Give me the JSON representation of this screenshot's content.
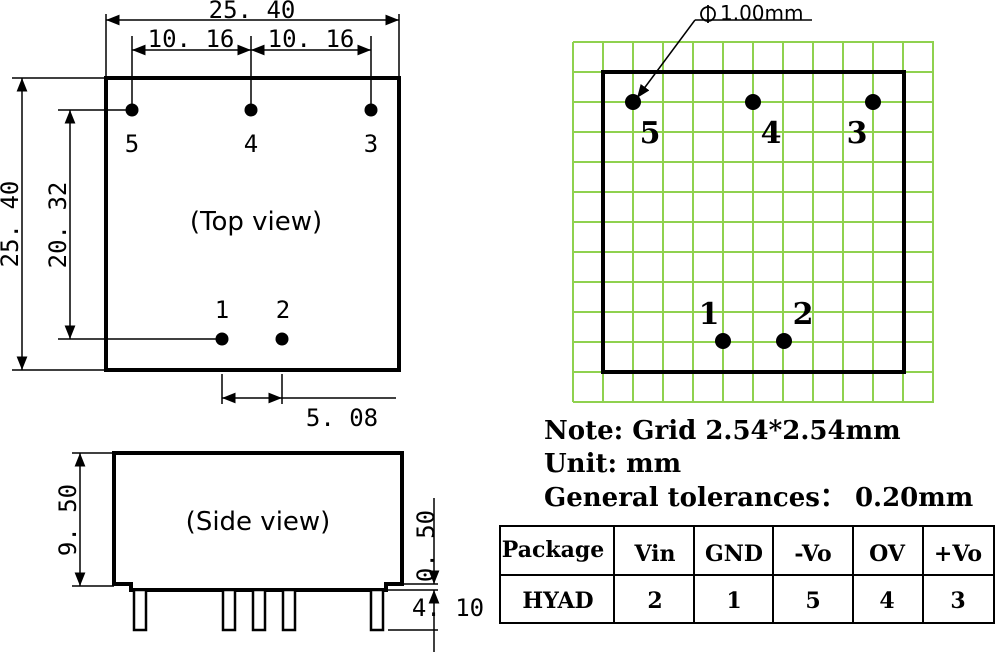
{
  "top_view": {
    "label": "(Top view)",
    "dim_width": "25. 40",
    "dim_height": "25. 40",
    "dim_pin_span_left": "10. 16",
    "dim_pin_span_right": "10. 16",
    "dim_pin_row_gap": "20. 32",
    "dim_pin_pitch": "5. 08",
    "pins": [
      "5",
      "4",
      "3",
      "1",
      "2"
    ]
  },
  "side_view": {
    "label": "(Side view)",
    "dim_body_height": "9. 50",
    "dim_standoff": "0. 50",
    "dim_lead_length": "4. 10"
  },
  "grid_view": {
    "pin_diameter": "1.00mm",
    "pins": [
      "5",
      "4",
      "3",
      "1",
      "2"
    ],
    "grid_color": "#8fd14f"
  },
  "notes": {
    "grid": "Note: Grid 2.54*2.54mm",
    "unit": "Unit:   mm",
    "tolerance": "General tolerances： 0.20mm"
  },
  "pin_table": {
    "headers": [
      "Package",
      "Vin",
      "GND",
      "-Vo",
      "OV",
      "+Vo"
    ],
    "rows": [
      [
        "HYAD",
        "2",
        "1",
        "5",
        "4",
        "3"
      ]
    ]
  }
}
